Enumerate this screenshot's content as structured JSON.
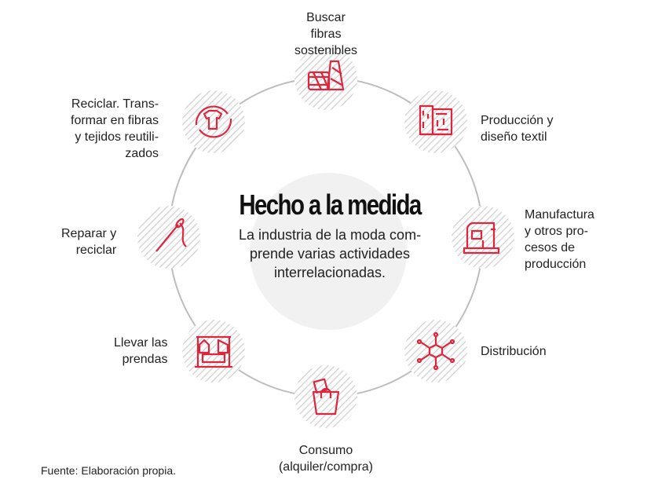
{
  "title": "Hecho a la medida",
  "subtitle_lines": [
    "La industria de la moda com-",
    "prende varias actividades",
    "interrelacionadas."
  ],
  "accent_color": "#e0243c",
  "steps": [
    {
      "icon": "yarn-spool-icon",
      "lines": [
        "Buscar fibras",
        "sostenibles"
      ]
    },
    {
      "icon": "fabric-roll-icon",
      "lines": [
        "Producción y",
        "diseño textil"
      ]
    },
    {
      "icon": "sewing-machine-icon",
      "lines": [
        "Manufactura",
        "y otros pro-",
        "cesos de",
        "producción"
      ]
    },
    {
      "icon": "network-cube-icon",
      "lines": [
        "Distribución"
      ]
    },
    {
      "icon": "shopping-bag-icon",
      "lines": [
        "Consumo",
        "(alquiler/compra)"
      ]
    },
    {
      "icon": "clothes-rack-icon",
      "lines": [
        "Llevar las",
        "prendas"
      ]
    },
    {
      "icon": "needle-thread-icon",
      "lines": [
        "Reparar y",
        "reciclar"
      ]
    },
    {
      "icon": "recycle-shirt-icon",
      "lines": [
        "Reciclar. Trans-",
        "formar en fibras",
        "y tejidos reutili-",
        "zados"
      ]
    }
  ],
  "source": "Fuente: Elaboración propia."
}
